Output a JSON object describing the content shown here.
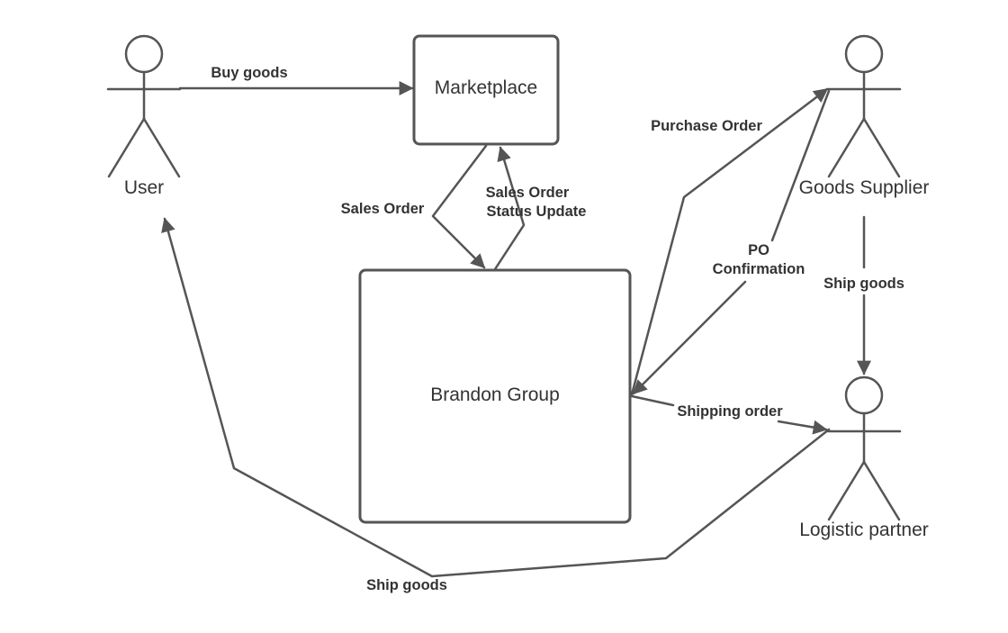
{
  "diagram": {
    "nodes": {
      "marketplace": "Marketplace",
      "brandon_group": "Brandon Group"
    },
    "actors": {
      "user": "User",
      "goods_supplier": "Goods Supplier",
      "logistic_partner": "Logistic partner"
    },
    "edges": {
      "buy_goods": "Buy goods",
      "sales_order": "Sales Order",
      "sales_order_status_line1": "Sales Order",
      "sales_order_status_line2": "Status Update",
      "purchase_order": "Purchase Order",
      "po_confirmation_line1": "PO",
      "po_confirmation_line2": "Confirmation",
      "ship_goods_supplier": "Ship goods",
      "shipping_order": "Shipping order",
      "ship_goods_user": "Ship goods"
    },
    "colors": {
      "stroke": "#555555",
      "text": "#333333",
      "background": "#ffffff"
    }
  }
}
